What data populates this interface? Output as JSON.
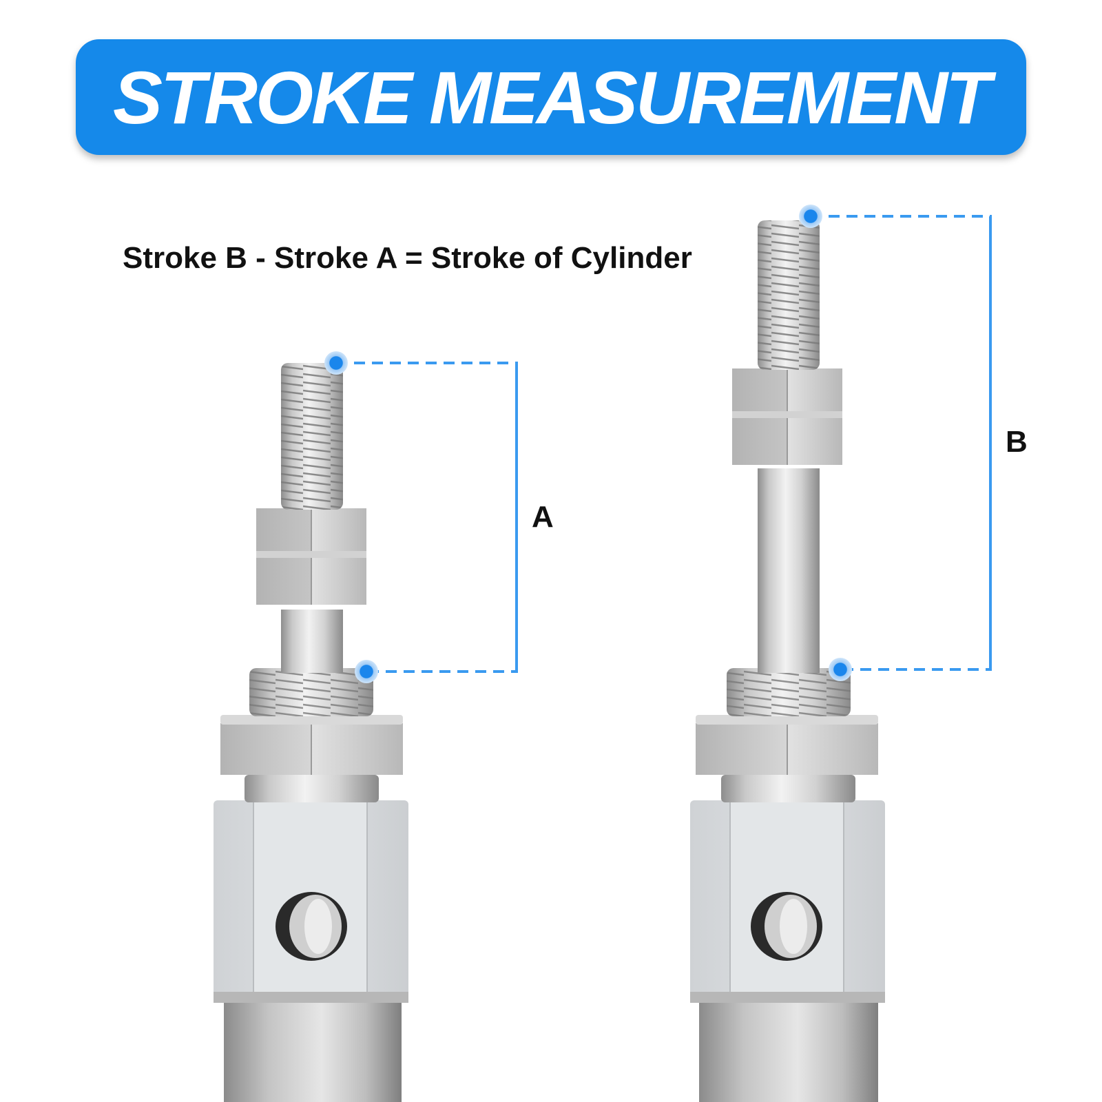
{
  "banner": {
    "title": "STROKE MEASUREMENT",
    "color": "#1589ea"
  },
  "formula": "Stroke B - Stroke A = Stroke of Cylinder",
  "dimensions": [
    {
      "label": "A",
      "color": "#3a9af0"
    },
    {
      "label": "B",
      "color": "#3a9af0"
    }
  ]
}
